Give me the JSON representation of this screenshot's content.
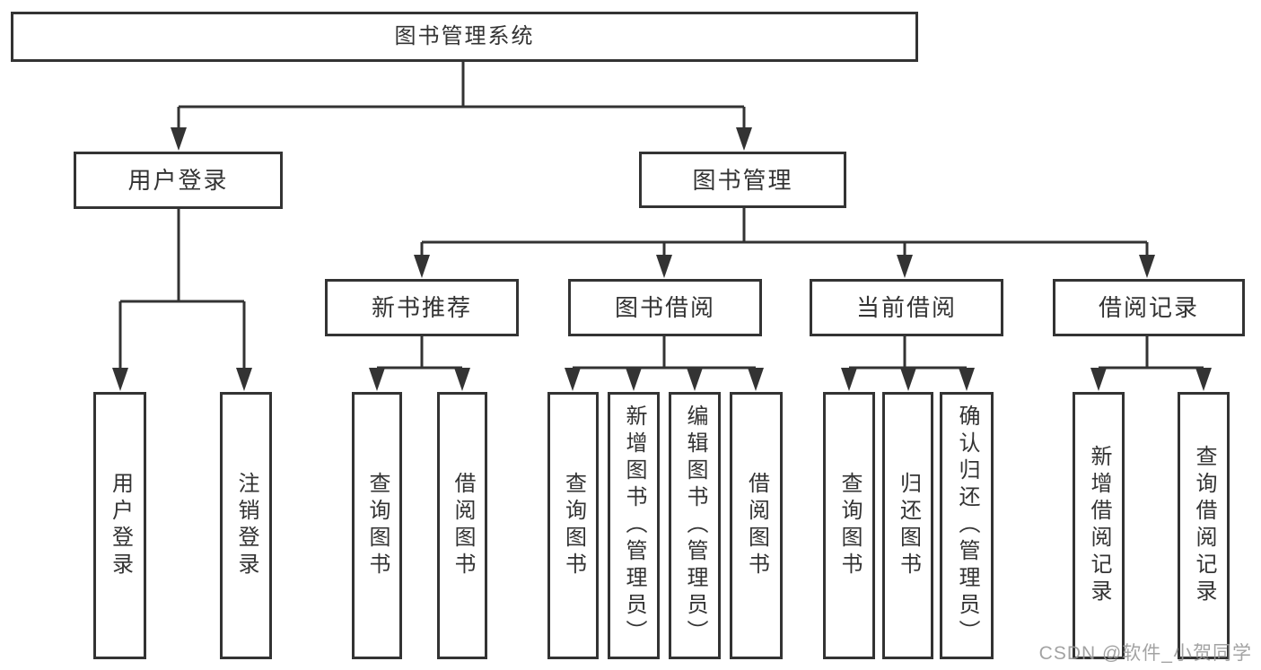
{
  "watermark": "CSDN @软件_小贺同学",
  "colors": {
    "line": "#333333",
    "box_border": "#333333",
    "text": "#333333",
    "watermark_text": "#9a9a9a",
    "background": "#ffffff"
  },
  "tree": {
    "label": "图书管理系统",
    "children": [
      {
        "label": "用户登录",
        "children": [
          {
            "label": "用户登录"
          },
          {
            "label": "注销登录"
          }
        ]
      },
      {
        "label": "图书管理",
        "children": [
          {
            "label": "新书推荐",
            "children": [
              {
                "label": "查询图书"
              },
              {
                "label": "借阅图书"
              }
            ]
          },
          {
            "label": "图书借阅",
            "children": [
              {
                "label": "查询图书"
              },
              {
                "label": "新增图书（管理员）"
              },
              {
                "label": "编辑图书（管理员）"
              },
              {
                "label": "借阅图书"
              }
            ]
          },
          {
            "label": "当前借阅",
            "children": [
              {
                "label": "查询图书"
              },
              {
                "label": "归还图书"
              },
              {
                "label": "确认归还（管理员）"
              }
            ]
          },
          {
            "label": "借阅记录",
            "children": [
              {
                "label": "新增借阅记录"
              },
              {
                "label": "查询借阅记录"
              }
            ]
          }
        ]
      }
    ]
  }
}
